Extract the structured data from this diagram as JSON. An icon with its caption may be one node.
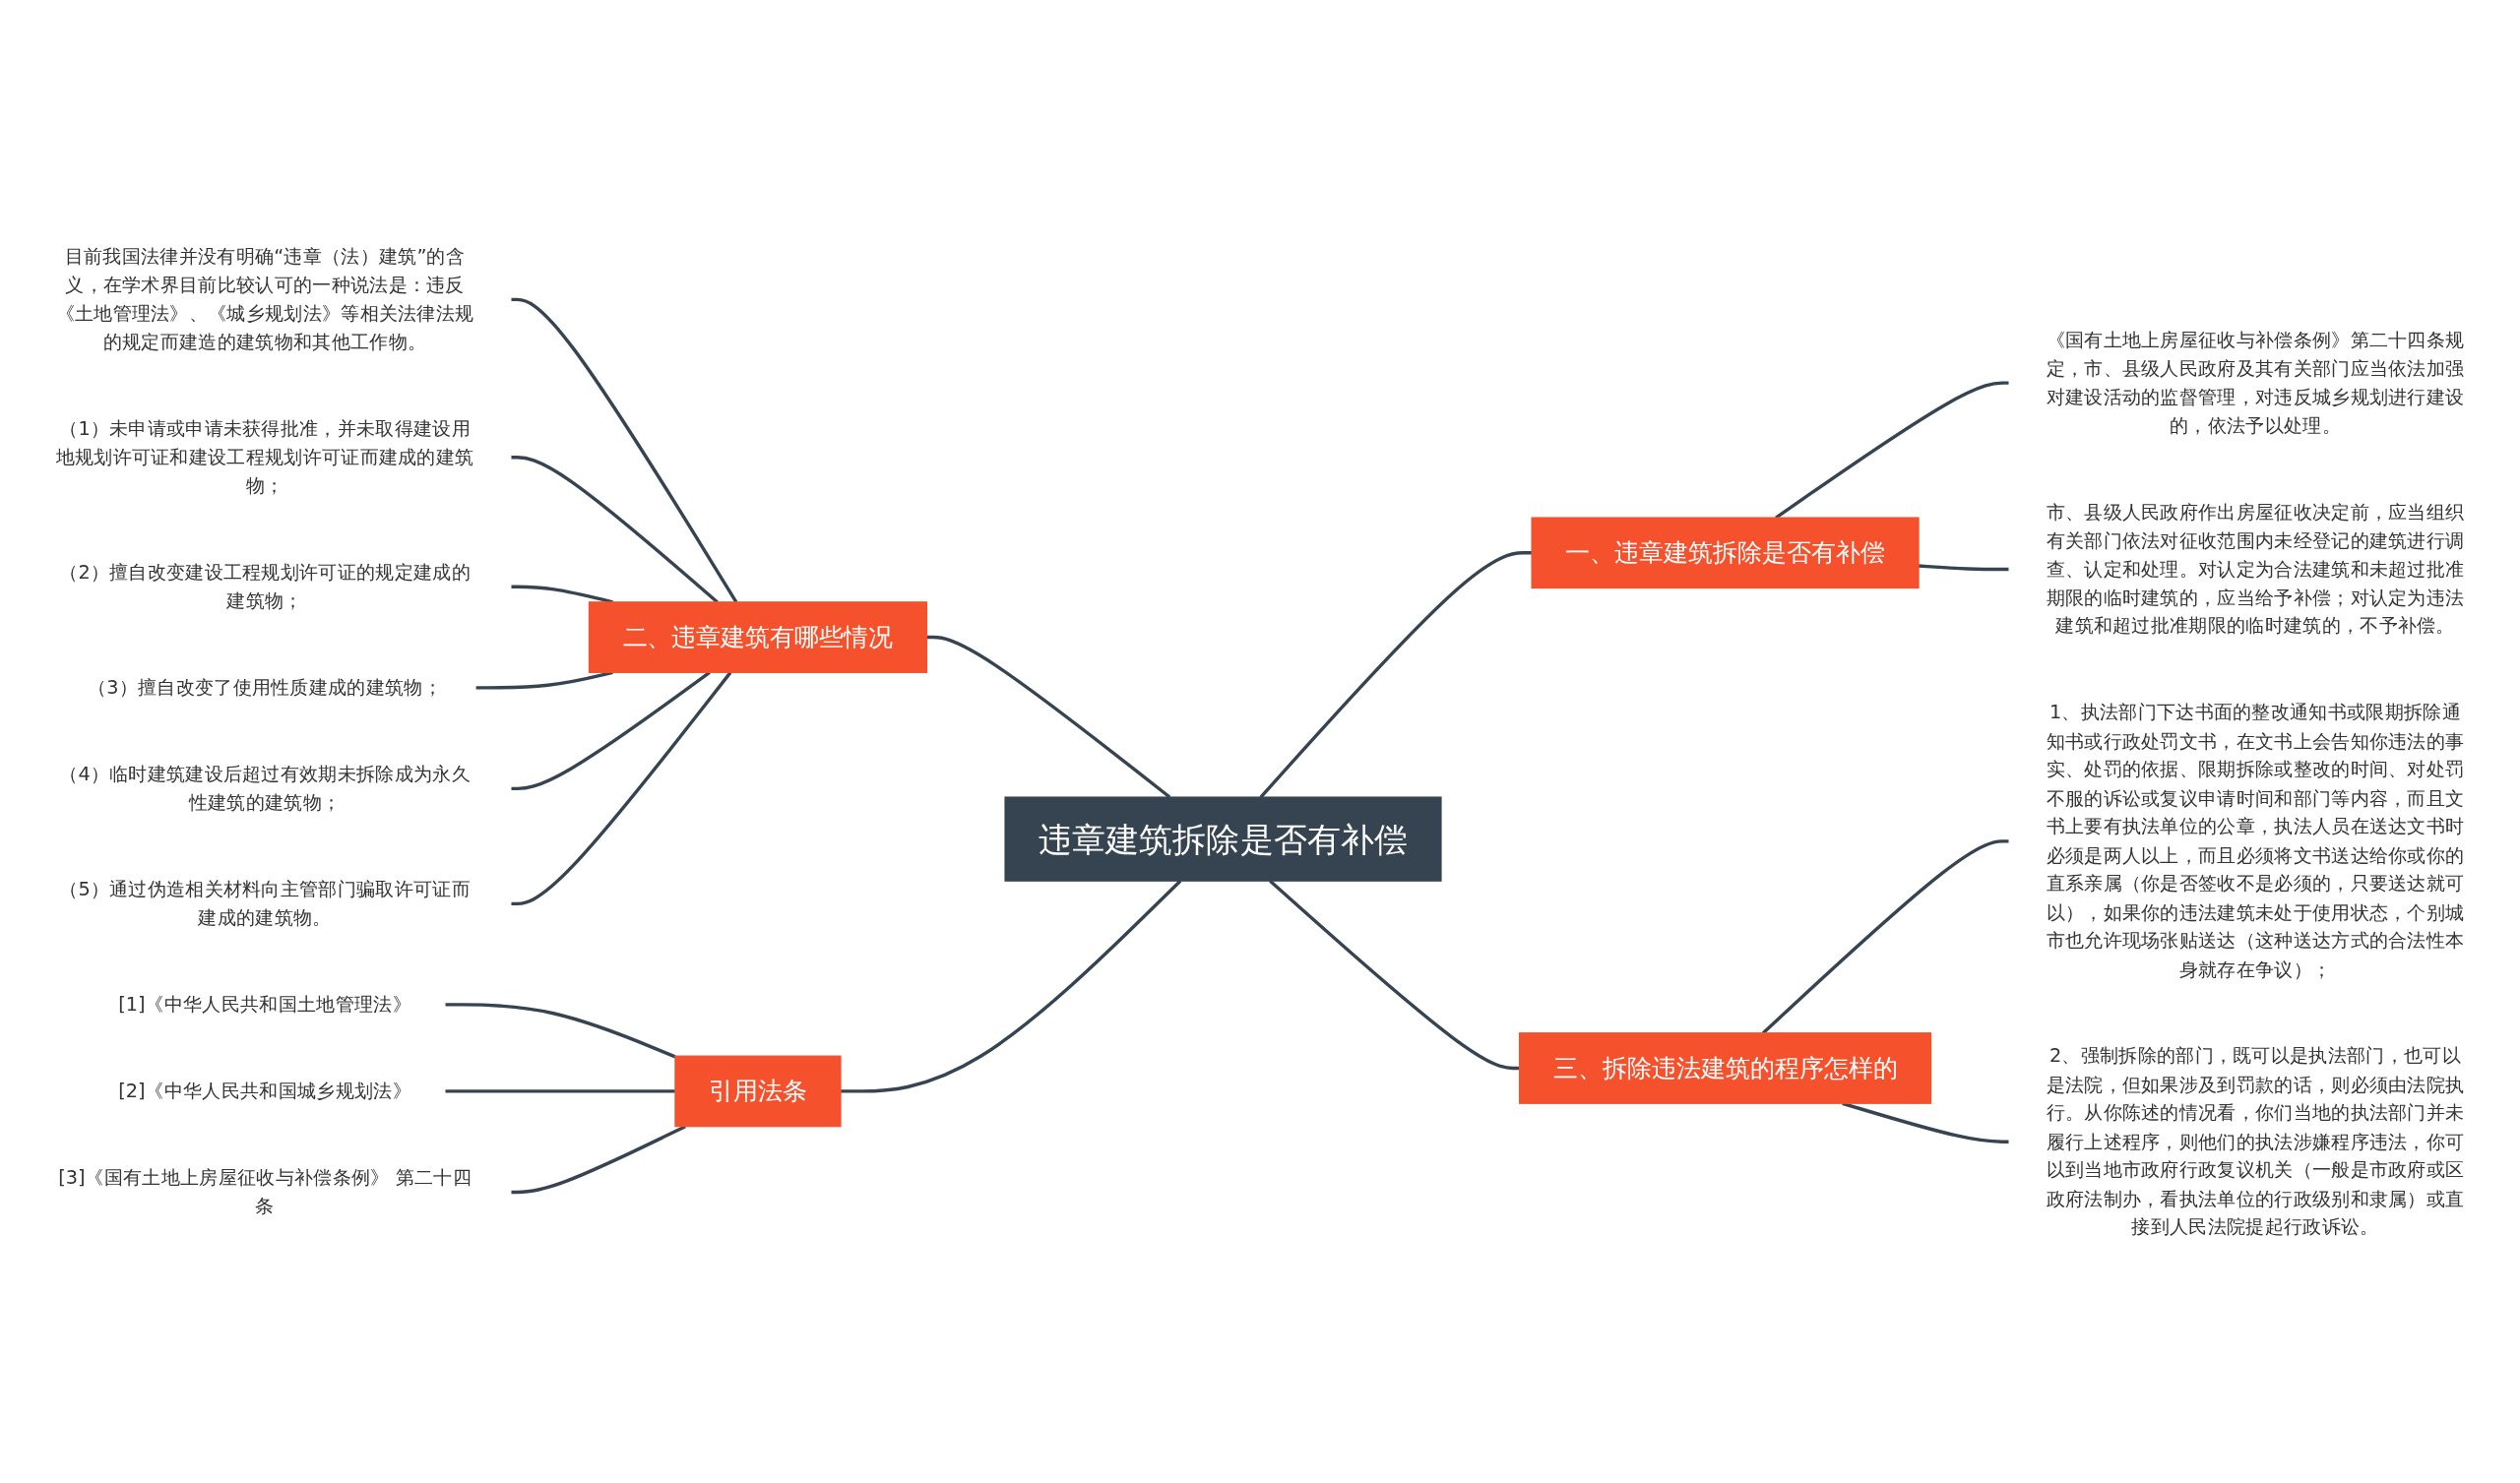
{
  "diagram": {
    "nodes": [
      {
        "text": [
          "违章建筑拆除是否有补偿"
        ]
      },
      {
        "text": [
          "二、违章建筑有哪些情况"
        ]
      },
      {
        "text": [
          "目前我国法律并没有明确“违章（法）建筑”的含义，在学术界目前比较认可的一种说法是：违反《土地管理法》、《城乡规划法》等相关法律法规的规定而建造的建筑物和其他工作物。"
        ]
      },
      {
        "text": [
          "（1）未申请或申请未获得批准，并未取得建设用地规划许可证和建设工程规划许可证而建成的建筑物；"
        ]
      },
      {
        "text": [
          "（2）擅自改变建设工程规划许可证的规定建成的建筑物；"
        ]
      },
      {
        "text": [
          "（3）擅自改变了使用性质建成的建筑物；"
        ]
      },
      {
        "text": [
          "（4）临时建筑建设后超过有效期未拆除成为永久性建筑的建筑物；"
        ]
      },
      {
        "text": [
          "（5）通过伪造相关材料向主管部门骗取许可证而建成的建筑物。"
        ]
      },
      {
        "text": [
          "引用法条"
        ]
      },
      {
        "text": [
          "[1]《中华人民共和国土地管理法》"
        ]
      },
      {
        "text": [
          "[2]《中华人民共和国城乡规划法》"
        ]
      },
      {
        "text": [
          "[3]《国有土地上房屋征收与补偿条例》 第二十四条"
        ]
      },
      {
        "text": [
          "一、违章建筑拆除是否有补偿"
        ]
      },
      {
        "text": [
          "《国有土地上房屋征收与补偿条例》第二十四条规定，市、县级人民政府及其有关部门应当依法加强对建设活动的监督管理，对违反城乡规划进行建设的，依法予以处理。"
        ]
      },
      {
        "text": [
          "市、县级人民政府作出房屋征收决定前，应当组织有关部门依法对征收范围内未经登记的建筑进行调查、认定和处理。对认定为合法建筑和未超过批准期限的临时建筑的，应当给予补偿；对认定为违法建筑和超过批准期限的临时建筑的，不予补偿。"
        ]
      },
      {
        "text": [
          "三、拆除违法建筑的程序怎样的"
        ]
      },
      {
        "text": [
          "1、执法部门下达书面的整改通知书或限期拆除通知书或行政处罚文书，在文书上会告知你违法的事实、处罚的依据、限期拆除或整改的时间、对处罚不服的诉讼或复议申请时间和部门等内容，而且文书上要有执法单位的公章，执法人员在送达文书时必须是两人以上，而且必须将文书送达给你或你的直系亲属（你是否签收不是必须的，只要送达就可以），如果你的违法建筑未处于使用状态，个别城市也允许现场张贴送达（这种送达方式的合法性本身就存在争议）；"
        ]
      },
      {
        "text": [
          "2、强制拆除的部门，既可以是执法部门，也可以是法院，但如果涉及到罚款的话，则必须由法院执行。从你陈述的情况看，你们当地的执法部门并未履行上述程序，则他们的执法涉嫌程序违法，你可以到当地市政府行政复议机关（一般是市政府或区政府法制办，看执法单位的行政级别和隶属）或直接到人民法院提起行政诉讼。"
        ]
      }
    ],
    "edges": [
      {
        "from": 0,
        "to": 1,
        "arrow": "none"
      },
      {
        "from": 1,
        "to": 2,
        "arrow": "none"
      },
      {
        "from": 1,
        "to": 3,
        "arrow": "none"
      },
      {
        "from": 1,
        "to": 4,
        "arrow": "none"
      },
      {
        "from": 1,
        "to": 5,
        "arrow": "none"
      },
      {
        "from": 1,
        "to": 6,
        "arrow": "none"
      },
      {
        "from": 1,
        "to": 7,
        "arrow": "none"
      },
      {
        "from": 0,
        "to": 8,
        "arrow": "none"
      },
      {
        "from": 8,
        "to": 9,
        "arrow": "none"
      },
      {
        "from": 8,
        "to": 10,
        "arrow": "none"
      },
      {
        "from": 8,
        "to": 11,
        "arrow": "none"
      },
      {
        "from": 0,
        "to": 12,
        "arrow": "none"
      },
      {
        "from": 12,
        "to": 13,
        "arrow": "none"
      },
      {
        "from": 12,
        "to": 14,
        "arrow": "none"
      },
      {
        "from": 0,
        "to": 15,
        "arrow": "none"
      },
      {
        "from": 15,
        "to": 16,
        "arrow": "none"
      },
      {
        "from": 15,
        "to": 17,
        "arrow": "none"
      }
    ]
  }
}
